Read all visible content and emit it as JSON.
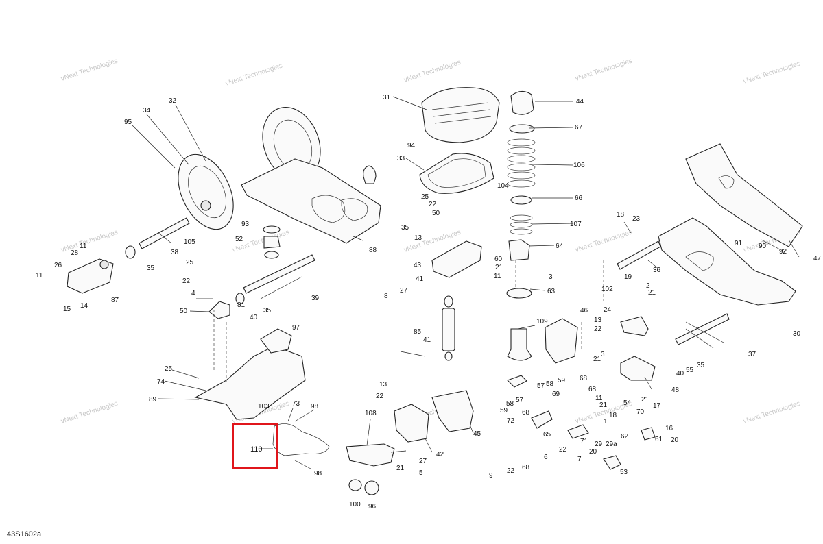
{
  "diagram": {
    "doc_id": "43S1602a",
    "watermark": "vNext Technologies",
    "highlighted_part": "110",
    "parts": {
      "p31": "31",
      "p32": "32",
      "p33": "33",
      "p34": "34",
      "p44": "44",
      "p67": "67",
      "p106": "106",
      "p94": "94",
      "p95": "95",
      "p25a": "25",
      "p22a": "22",
      "p50a": "50",
      "p35a": "35",
      "p104": "104",
      "p66": "66",
      "p107": "107",
      "p64": "64",
      "p93": "93",
      "p52": "52",
      "p105": "105",
      "p38": "38",
      "p88": "88",
      "p13a": "13",
      "p43": "43",
      "p60": "60",
      "p21a": "21",
      "p11a": "11",
      "p26": "26",
      "p28": "28",
      "p11b": "11",
      "p87": "87",
      "p14": "14",
      "p15": "15",
      "p35b": "35",
      "p25b": "25",
      "p22b": "22",
      "p4": "4",
      "p50b": "50",
      "p81": "81",
      "p40a": "40",
      "p35c": "35",
      "p39": "39",
      "p41a": "41",
      "p27a": "27",
      "p8": "8",
      "p85": "85",
      "p41b": "41",
      "p3": "3",
      "p63": "63",
      "p109": "109",
      "p97": "97",
      "p25c": "25",
      "p74": "74",
      "p89": "89",
      "p103": "103",
      "p73": "73",
      "p98a": "98",
      "p110": "110",
      "p98b": "98",
      "p108": "108",
      "p13b": "13",
      "p22c": "22",
      "p42": "42",
      "p27b": "27",
      "p21b": "21",
      "p5": "5",
      "p100": "100",
      "p96": "96",
      "p45": "45",
      "p57a": "57",
      "p58a": "58",
      "p59a": "59",
      "p57b": "57",
      "p58b": "58",
      "p59b": "59",
      "p68a": "68",
      "p69": "69",
      "p68b": "68",
      "p65": "65",
      "p72": "72",
      "p9": "9",
      "p22d": "22",
      "p68c": "68",
      "p6": "6",
      "p22e": "22",
      "p71": "71",
      "p7": "7",
      "p11c": "11",
      "p21c": "21",
      "p18a": "18",
      "p1": "1",
      "p29a": "29a",
      "p29": "29",
      "p20a": "20",
      "p62": "62",
      "p53": "53",
      "p54": "54",
      "p70": "70",
      "p21d": "21",
      "p17": "17",
      "p16": "16",
      "p61": "61",
      "p20b": "20",
      "p102": "102",
      "p19": "19",
      "p2": "2",
      "p21e": "21",
      "p24": "24",
      "p46": "46",
      "p13c": "13",
      "p22f": "22",
      "p21f": "21",
      "p48": "48",
      "p18b": "18",
      "p23": "23",
      "p36": "36",
      "p91": "91",
      "p90": "90",
      "p92": "92",
      "p47": "47",
      "p30": "30",
      "p37": "37",
      "p55": "55",
      "p40b": "40",
      "p35d": "35"
    }
  }
}
